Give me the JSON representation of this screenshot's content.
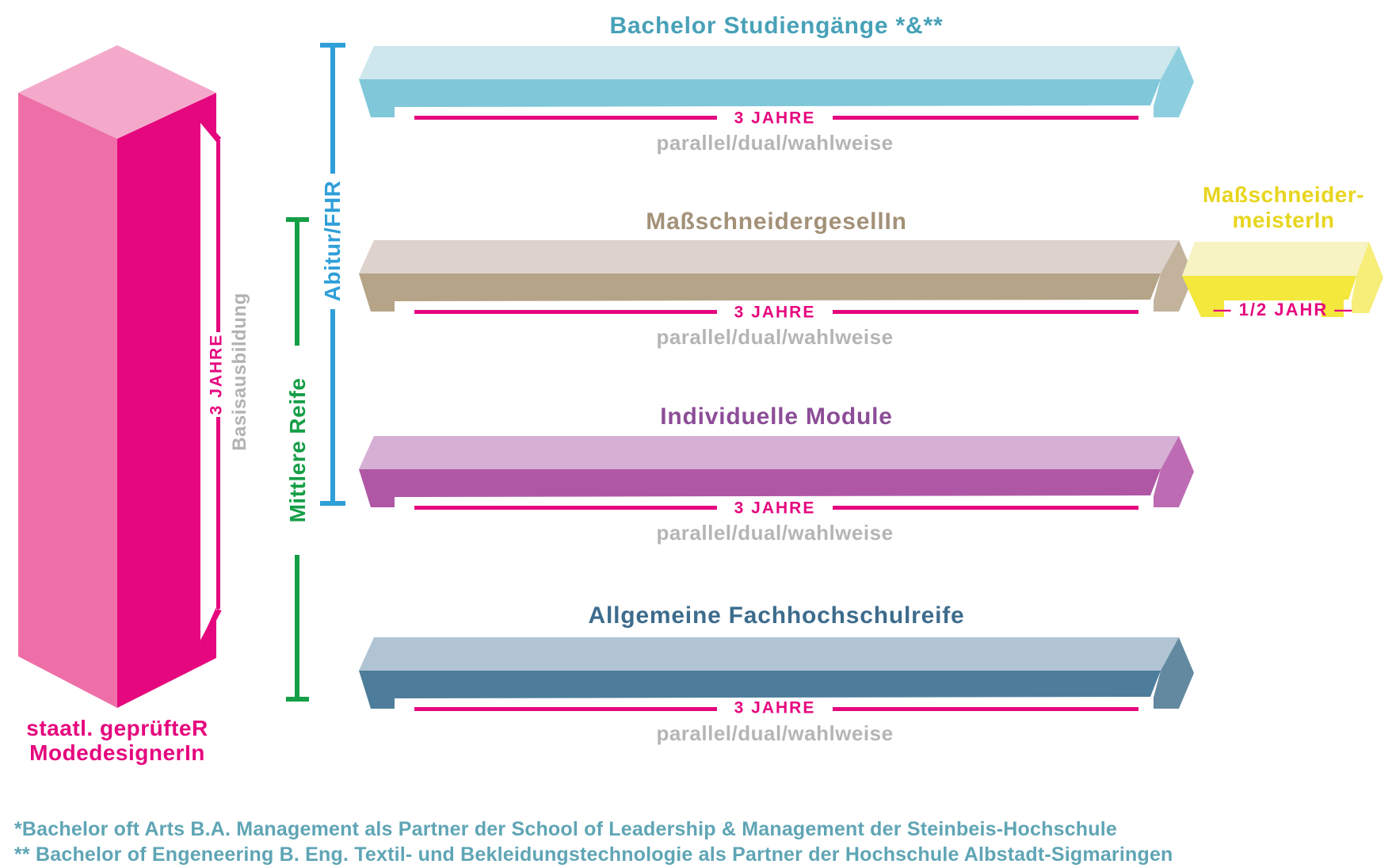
{
  "palette": {
    "magenta": "#e5067e",
    "text_gray": "#b5b5b5",
    "side_label_gray": "#b2b2b2",
    "green": "#149e46",
    "blue": "#2e9fd8",
    "footnote_teal": "#5fa5b5",
    "background": "#ffffff"
  },
  "column": {
    "caption_line1": "staatl. geprüfteR",
    "caption_line2": "ModedesignerIn",
    "duration_label": "3 JAHRE",
    "side_label": "Basisausbildung",
    "colors": {
      "top": "#f4a9cb",
      "left": "#ee6fa7",
      "right": "#e5077e"
    }
  },
  "brackets": {
    "abitur": {
      "label": "Abitur/FHR",
      "color": "#2e9fd8"
    },
    "mittlere_reife": {
      "label": "Mittlere Reife",
      "color": "#149e46"
    }
  },
  "bars": [
    {
      "label": "Bachelor Studiengänge *&**",
      "label_color": "#47a1b8",
      "duration": "3 JAHRE",
      "mode": "parallel/dual/wahlweise",
      "colors": {
        "top": "#cde7ed",
        "front": "#7fc7d9",
        "cap": "#8ecfdf"
      }
    },
    {
      "label": "MaßschneidergesellIn",
      "label_color": "#a39178",
      "duration": "3 JAHRE",
      "mode": "parallel/dual/wahlweise",
      "colors": {
        "top": "#ded2cd",
        "front": "#b5a488",
        "cap": "#c3b39d"
      }
    },
    {
      "label": "Individuelle Module",
      "label_color": "#8c4d97",
      "duration": "3 JAHRE",
      "mode": "parallel/dual/wahlweise",
      "colors": {
        "top": "#d5b0d4",
        "front": "#af57a5",
        "cap": "#bd6cb3"
      }
    },
    {
      "label": "Allgemeine Fachhochschulreife",
      "label_color": "#3d6c8d",
      "duration": "3 JAHRE",
      "mode": "parallel/dual/wahlweise",
      "colors": {
        "top": "#b0c4d3",
        "front": "#4d7d9a",
        "cap": "#62899f"
      }
    }
  ],
  "meister": {
    "label_line1": "Maßschneider-",
    "label_line2": "meisterIn",
    "label_color": "#e7d51e",
    "duration": "—  1/2 JAHR  —",
    "colors": {
      "top": "#f8f3c3",
      "front": "#f3e83b",
      "cap": "#f7ee79"
    }
  },
  "footnotes": [
    "*Bachelor oft Arts B.A. Management als Partner der School of Leadership & Management der Steinbeis-Hochschule",
    "** Bachelor of Engeneering B. Eng. Textil- und Bekleidungstechnologie als Partner der Hochschule Albstadt-Sigmaringen"
  ]
}
